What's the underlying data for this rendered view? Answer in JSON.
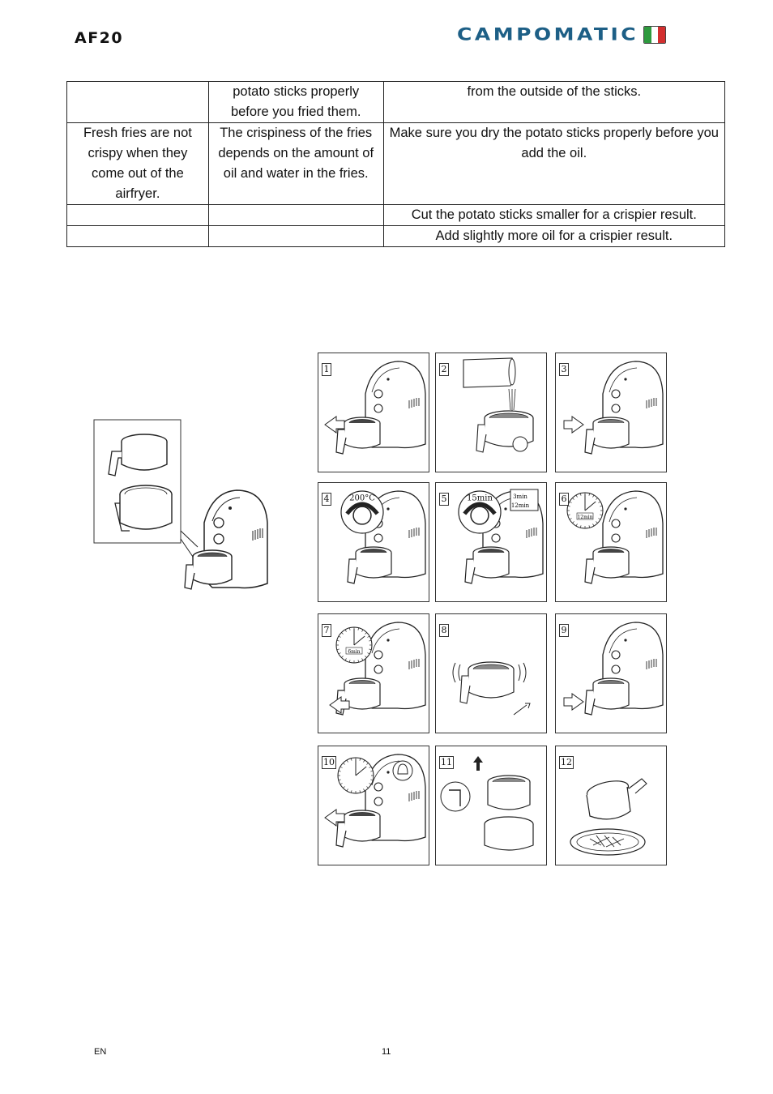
{
  "header": {
    "model": "AF20",
    "brand": "CAMPOMATIC",
    "flag_colors": [
      "#2e9a3e",
      "#ffffff",
      "#d32f2f"
    ]
  },
  "troubleshooting": {
    "rows": [
      [
        "",
        "potato sticks properly before you fried them.",
        "from the outside of the sticks."
      ],
      [
        "Fresh fries are not crispy when they come out of the airfryer.",
        "The crispiness of the fries depends on the amount of oil and water in the fries.",
        "Make sure you dry the potato sticks properly before you add the oil."
      ],
      [
        "",
        "",
        "Cut the potato sticks smaller for a crispier result."
      ],
      [
        "",
        "",
        "Add slightly more oil for a crispier result."
      ]
    ]
  },
  "steps": {
    "panels": [
      {
        "num": "1",
        "icon": "pull-out-basket-icon"
      },
      {
        "num": "2",
        "icon": "add-food-icon"
      },
      {
        "num": "3",
        "icon": "insert-basket-icon"
      },
      {
        "num": "4",
        "icon": "temperature-dial-icon",
        "label": "200°C"
      },
      {
        "num": "5",
        "icon": "timer-dial-icon",
        "label": "15min",
        "note_a": "3min",
        "note_b": "12min"
      },
      {
        "num": "6",
        "icon": "countdown-icon",
        "label": "12min"
      },
      {
        "num": "7",
        "icon": "shake-timer-icon",
        "label": "6min"
      },
      {
        "num": "8",
        "icon": "shake-basket-icon"
      },
      {
        "num": "9",
        "icon": "reinsert-basket-icon"
      },
      {
        "num": "10",
        "icon": "bell-timer-icon"
      },
      {
        "num": "11",
        "icon": "release-button-icon"
      },
      {
        "num": "12",
        "icon": "empty-basket-icon"
      }
    ]
  },
  "footer": {
    "lang": "EN",
    "page": "11"
  }
}
